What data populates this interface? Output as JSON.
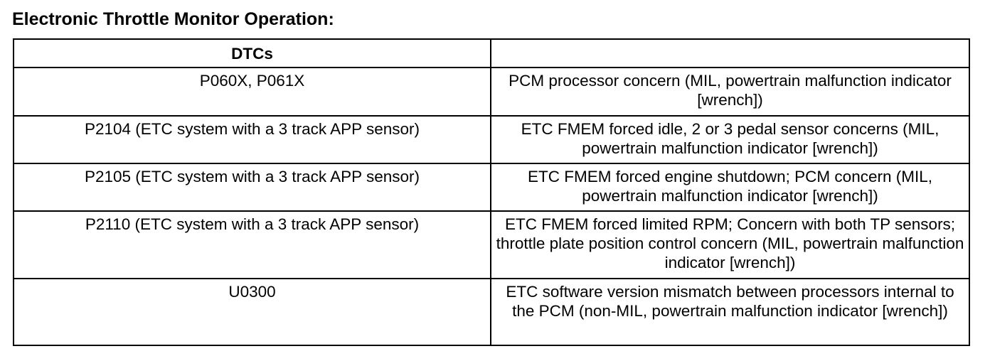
{
  "title": "Electronic Throttle Monitor Operation:",
  "table": {
    "headers": [
      "DTCs",
      ""
    ],
    "rows": [
      {
        "dtc": "P060X, P061X",
        "description": "PCM processor concern (MIL, powertrain malfunction indicator [wrench])"
      },
      {
        "dtc": "P2104 (ETC system with a 3 track APP sensor)",
        "description": "ETC FMEM  forced idle, 2 or 3 pedal sensor concerns (MIL, powertrain malfunction indicator [wrench])"
      },
      {
        "dtc": "P2105 (ETC system with a 3 track APP sensor)",
        "description": "ETC FMEM  forced engine shutdown; PCM concern (MIL, powertrain malfunction indicator [wrench])"
      },
      {
        "dtc": "P2110 (ETC system with a 3 track APP sensor)",
        "description": "ETC FMEM  forced limited RPM; Concern with both TP sensors; throttle plate position control concern (MIL, powertrain malfunction indicator [wrench])"
      },
      {
        "dtc": "U0300",
        "description": "ETC software version mismatch between processors internal to the PCM (non-MIL, powertrain malfunction indicator [wrench])"
      }
    ]
  }
}
